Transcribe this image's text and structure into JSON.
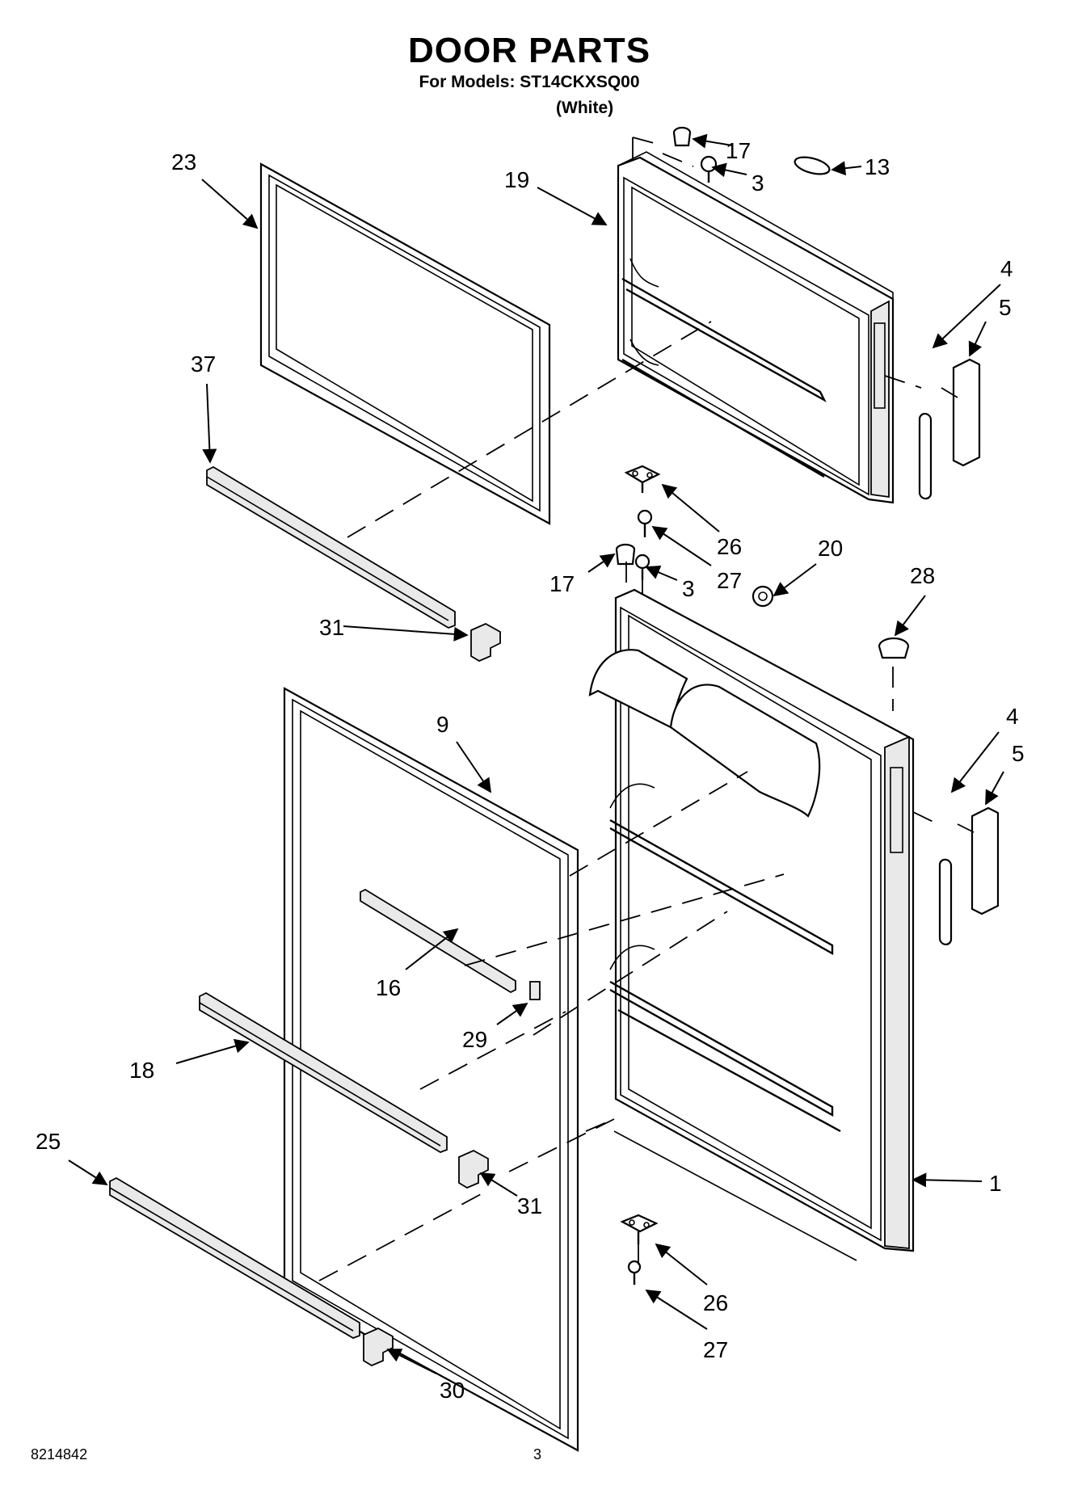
{
  "title": "DOOR PARTS",
  "subtitle": "For Models: ST14CKXSQ00",
  "variant": "(White)",
  "footer": {
    "doc_number": "8214842",
    "page_number": "3"
  },
  "callouts": {
    "c23": "23",
    "c19": "19",
    "c17a": "17",
    "c3a": "3",
    "c13": "13",
    "c37": "37",
    "c4a": "4",
    "c5a": "5",
    "c26a": "26",
    "c27a": "27",
    "c20": "20",
    "c17b": "17",
    "c3b": "3",
    "c28": "28",
    "c31a": "31",
    "c9": "9",
    "c4b": "4",
    "c5b": "5",
    "c16": "16",
    "c29": "29",
    "c18": "18",
    "c25": "25",
    "c31b": "31",
    "c1": "1",
    "c26b": "26",
    "c27b": "27",
    "c30": "30"
  }
}
